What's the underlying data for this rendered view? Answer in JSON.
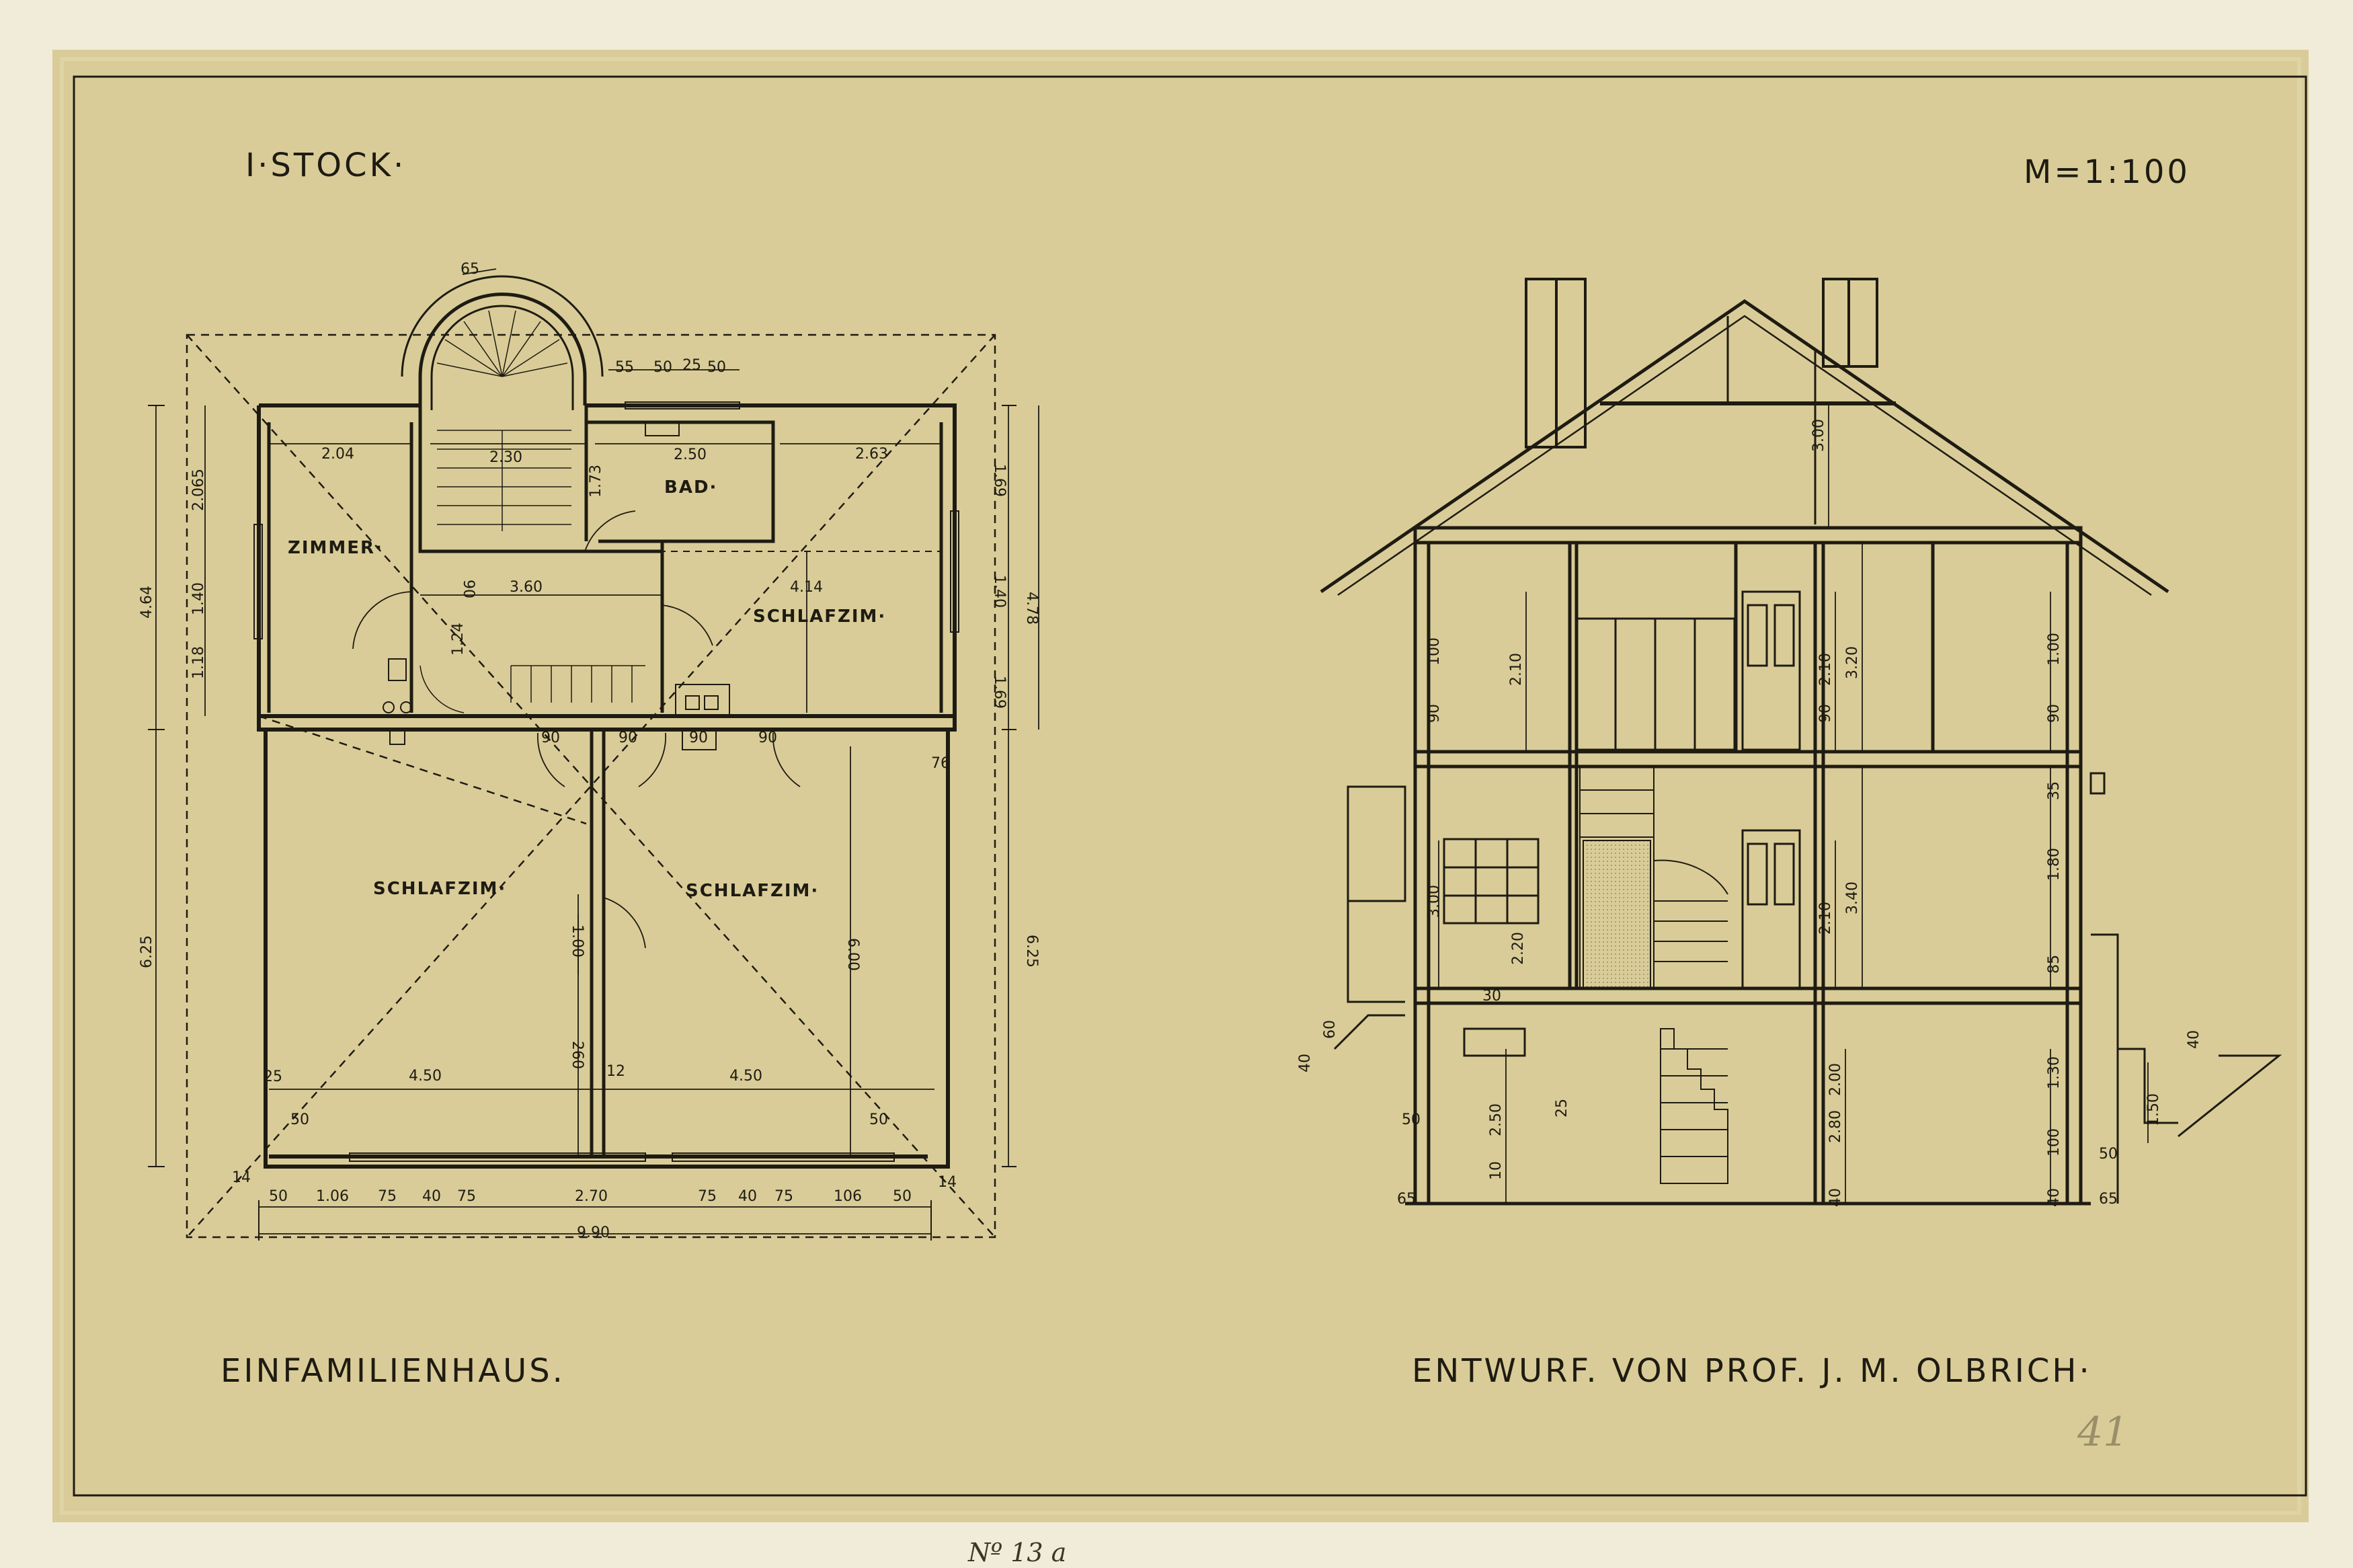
{
  "sheet": {
    "floor_label": "I·STOCK·",
    "scale": "M=1:100",
    "title": "EINFAMILIENHAUS.",
    "author": "ENTWURF. VON PROF. J. M. OLBRICH·",
    "sheet_number": "Nº 13 a",
    "pencil_mark": "41"
  },
  "plan": {
    "rooms": {
      "zimmer": "ZIMMER·",
      "bad": "BAD·",
      "schlafzim_right": "SCHLAFZIM·",
      "schlafzim_lower_left": "SCHLAFZIM·",
      "schlafzim_lower_right": "SCHLAFZIM·"
    },
    "dims": {
      "stair_65": "65",
      "top_55": "55",
      "top_50a": "50",
      "top_25": "25",
      "top_50b": "50",
      "zimmer_w": "2.04",
      "stair_w": "2.30",
      "bad_w": "2.50",
      "schlaf_w": "2.63",
      "hall_w": "3.60",
      "schlaf_v": "4.14",
      "lower_left_w": "4.50",
      "lower_right_w": "4.50",
      "lower_h": "6.00",
      "door_100": "1.00",
      "d_260": "260",
      "overall_w": "9.90",
      "left_464": "4.64",
      "left_625": "6.25",
      "left_2065": "2.065",
      "left_140": "1.40",
      "left_118": "1.18",
      "right_478": "4.78",
      "right_625": "6.25",
      "right_169": "1.69",
      "right_140": "1.40",
      "right_169b": "1.69",
      "right_76": "76",
      "d_90a": "90",
      "d_90b": "90",
      "d_90c": "90",
      "d_90d": "90",
      "d_90e": "90",
      "d_173": "1.73",
      "d_124": "1.24",
      "b_50": "50",
      "b_106": "1.06",
      "b_75a": "75",
      "b_40a": "40",
      "b_75b": "75",
      "b_270": "2.70",
      "b_75c": "75",
      "b_40b": "40",
      "b_75d": "75",
      "b_106b": "106",
      "b_50b": "50",
      "b_14a": "14",
      "b_14b": "14",
      "c_50a": "50",
      "c_50b": "50",
      "c_25": "25",
      "c_12": "12"
    }
  },
  "section": {
    "dims": {
      "roof_300": "3.00",
      "wall_320": "3.20",
      "wall_340": "3.40",
      "cellar_280": "2.80",
      "h_210a": "2.10",
      "h_210b": "2.10",
      "h_210c": "2.10",
      "h_100a": "100",
      "h_100b": "1.00",
      "h_90a": "90",
      "h_90b": "90",
      "h_90c": "90",
      "h_300": "3.00",
      "h_220": "2.20",
      "h_180": "1.80",
      "h_85": "85",
      "h_35": "35",
      "h_130": "1.30",
      "h_100c": "100",
      "h_150": "1.50",
      "h_40a": "40",
      "h_250": "2.50",
      "h_200": "2.00",
      "h_50a": "50",
      "h_50b": "50",
      "h_65a": "65",
      "h_65b": "65",
      "h_30": "30",
      "h_25": "25",
      "h_60": "60",
      "h_40b": "40",
      "h_40c": "40",
      "h_40d": "40",
      "h_10": "10"
    }
  },
  "colors": {
    "paper": "#d9cc98",
    "ink": "#1e1b12",
    "mount": "#f1ecd9"
  }
}
